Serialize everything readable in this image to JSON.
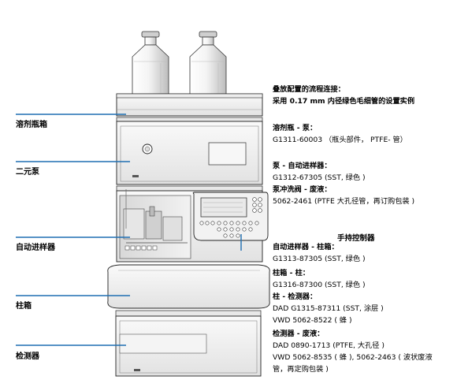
{
  "left_labels": [
    {
      "id": "solvent",
      "text": "溶剂瓶箱"
    },
    {
      "id": "pump",
      "text": "二元泵"
    },
    {
      "id": "sampler",
      "text": "自动进样器"
    },
    {
      "id": "column",
      "text": "柱箱"
    },
    {
      "id": "detector",
      "text": "检测器"
    }
  ],
  "controller_label": "手持控制器",
  "intro": {
    "title": "叠放配置的流程连接：",
    "subtitle": "采用 0.17 mm 内径绿色毛细管的设置实例"
  },
  "blocks": [
    {
      "heading": "溶剂瓶 - 泵：",
      "lines": [
        "G1311-60003 （瓶头部件， PTFE- 管）"
      ]
    },
    {
      "heading": "泵 - 自动进样器：",
      "lines": [
        "G1312-67305 (SST, 绿色 )"
      ]
    },
    {
      "heading": "泵冲洗阀 - 废液：",
      "lines": [
        "5062-2461 (PTFE 大孔径管，再订购包装 )"
      ]
    },
    {
      "heading": "自动进样器 - 柱箱：",
      "lines": [
        "G1313-87305 (SST, 绿色 )"
      ]
    },
    {
      "heading": "柱箱 - 柱：",
      "lines": [
        "G1316-87300 (SST, 绿色 )"
      ]
    },
    {
      "heading": "柱 - 检测器：",
      "lines": [
        "DAD G1315-87311 (SST, 涂层 )",
        "VWD 5062-8522 ( 蜂 )"
      ]
    },
    {
      "heading": "检测器 - 废液：",
      "lines": [
        "DAD 0890-1713 (PTFE, 大孔径 )",
        "VWD 5062-8535 ( 蜂 ), 5062-2463 ( 波状废液",
        "管，再定购包装 )"
      ]
    }
  ]
}
